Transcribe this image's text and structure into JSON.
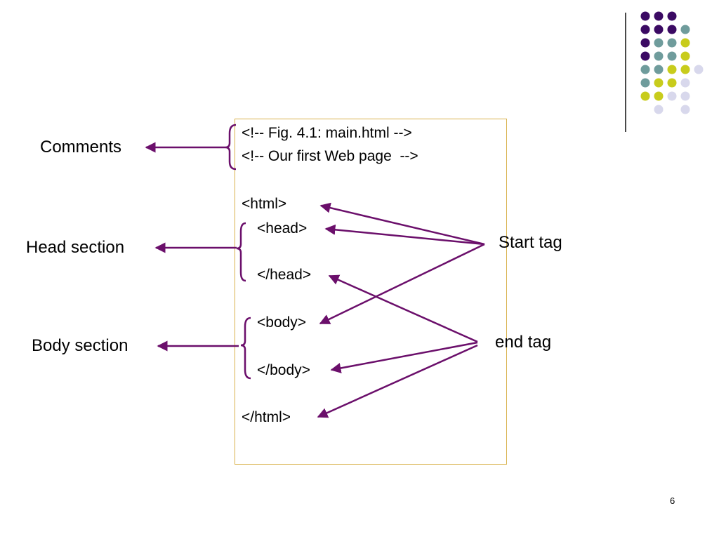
{
  "code_lines": {
    "comment1": "<!-- Fig. 4.1: main.html -->",
    "comment2": "<!-- Our first Web page  -->",
    "html_open": "<html>",
    "head_open": "<head>",
    "head_close": "</head>",
    "body_open": "<body>",
    "body_close": "</body>",
    "html_close": "</html>"
  },
  "labels": {
    "comments": "Comments",
    "head_section": "Head section",
    "body_section": "Body section",
    "start_tag": "Start tag",
    "end_tag": "end tag"
  },
  "page_number": "6",
  "colors": {
    "arrow": "#6b0f6b",
    "box_border": "#d9b24c",
    "dot_purple": "#3b0a63",
    "dot_teal": "#6f9c9c",
    "dot_yellow": "#c8cc1c",
    "dot_lavender": "#d8d8ec"
  },
  "decoration": {
    "dot_grid": [
      [
        "purple",
        "purple",
        "purple",
        ""
      ],
      [
        "purple",
        "purple",
        "purple",
        "teal"
      ],
      [
        "purple",
        "teal",
        "teal",
        "yellow"
      ],
      [
        "purple",
        "teal",
        "teal",
        "yellow"
      ],
      [
        "teal",
        "teal",
        "yellow",
        "yellow",
        "lavender"
      ],
      [
        "teal",
        "yellow",
        "yellow",
        "lavender"
      ],
      [
        "yellow",
        "yellow",
        "lavender",
        "lavender"
      ],
      [
        "",
        "lavender",
        "",
        "lavender"
      ]
    ]
  }
}
